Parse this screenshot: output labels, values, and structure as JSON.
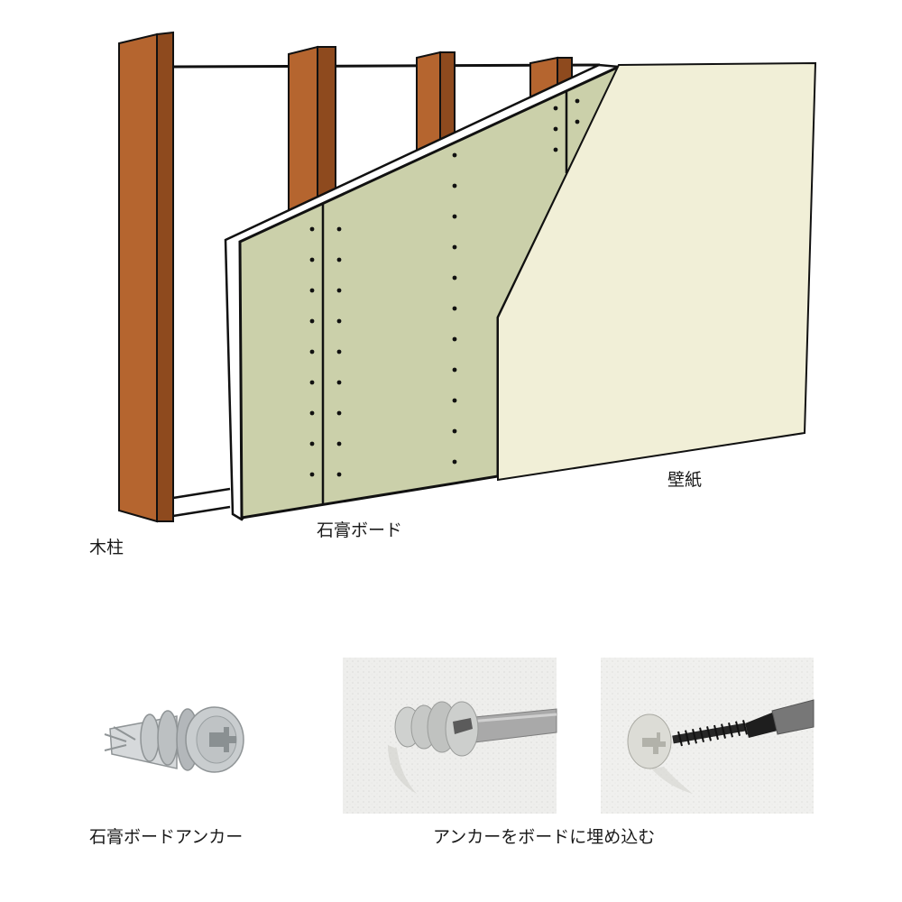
{
  "labels": {
    "wood_stud": "木柱",
    "gypsum_board": "石膏ボード",
    "wallpaper": "壁紙",
    "anchor": "石膏ボードアンカー",
    "embed": "アンカーをボードに埋め込む"
  },
  "colors": {
    "stud_front": "#b5652f",
    "stud_side": "#8e4a1e",
    "board_face": "#cbd0aa",
    "board_edge": "#ffffff",
    "wallpaper": "#f1efd7",
    "outline": "#111111",
    "wall_texture": "#eeeeec",
    "anchor_grey": "#b9bdbf",
    "screwdriver_shaft": "#a9a9a9",
    "screw_black": "#262626"
  },
  "icons": {
    "anchor_product": "drywall-anchor-icon",
    "anchor_install": "screwdriver-install-icon",
    "screw_install": "screw-install-icon"
  }
}
